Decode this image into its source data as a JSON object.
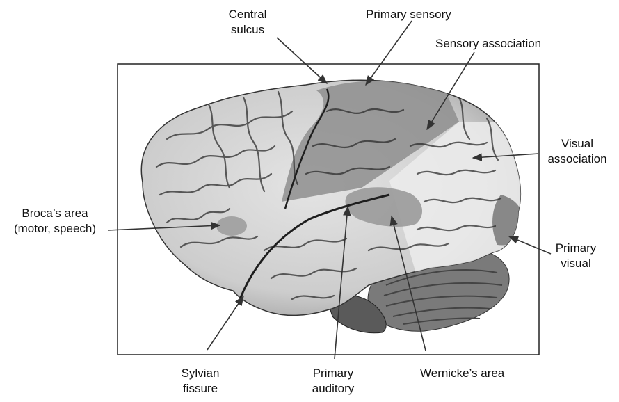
{
  "diagram": {
    "labels": {
      "central_sulcus": [
        "Central",
        "sulcus"
      ],
      "primary_sensory": "Primary sensory",
      "sensory_association": "Sensory association",
      "visual_association": [
        "Visual",
        "association"
      ],
      "brocas_area": [
        "Broca’s area",
        "(motor, speech)"
      ],
      "primary_visual": [
        "Primary",
        "visual"
      ],
      "sylvian_fissure": [
        "Sylvian",
        "fissure"
      ],
      "primary_auditory": [
        "Primary",
        "auditory"
      ],
      "wernickes_area": "Wernicke’s area"
    },
    "colors": {
      "frame": "#222222",
      "brain_light": "#d9d9d9",
      "brain_mid": "#bdbdbd",
      "brain_dark_region": "#8a8a8a",
      "visual_region": "#e8e8e8",
      "cerebellum": "#6f6f6f",
      "gyri_lines": "#2a2a2a",
      "arrow": "#333333"
    }
  }
}
